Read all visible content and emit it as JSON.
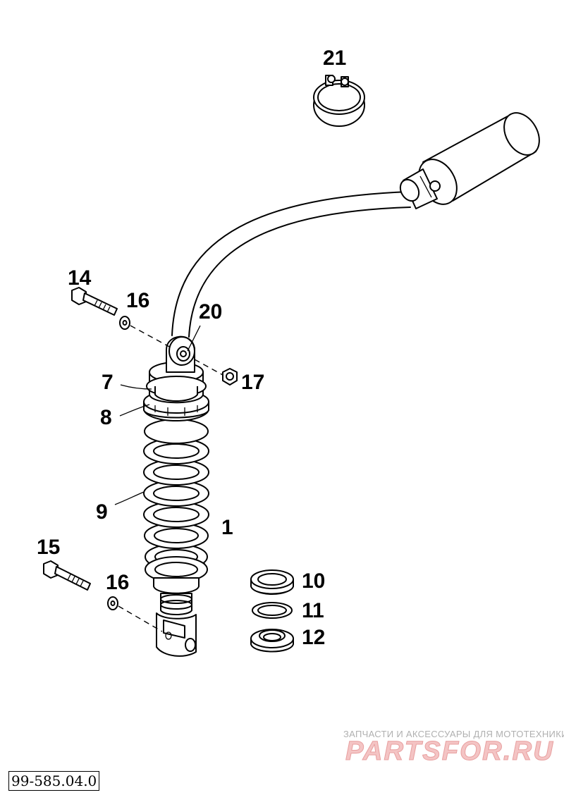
{
  "drawing_code": "99-585.04.0",
  "watermark": {
    "tagline": "ЗАПЧАСТИ И АКСЕССУАРЫ ДЛЯ МОТОТЕХНИКИ",
    "brand": "PARTSFOR.RU"
  },
  "callouts": {
    "c1": "1",
    "c7": "7",
    "c8": "8",
    "c9": "9",
    "c10": "10",
    "c11": "11",
    "c12": "12",
    "c14": "14",
    "c15": "15",
    "c16a": "16",
    "c16b": "16",
    "c17": "17",
    "c20": "20",
    "c21": "21"
  }
}
